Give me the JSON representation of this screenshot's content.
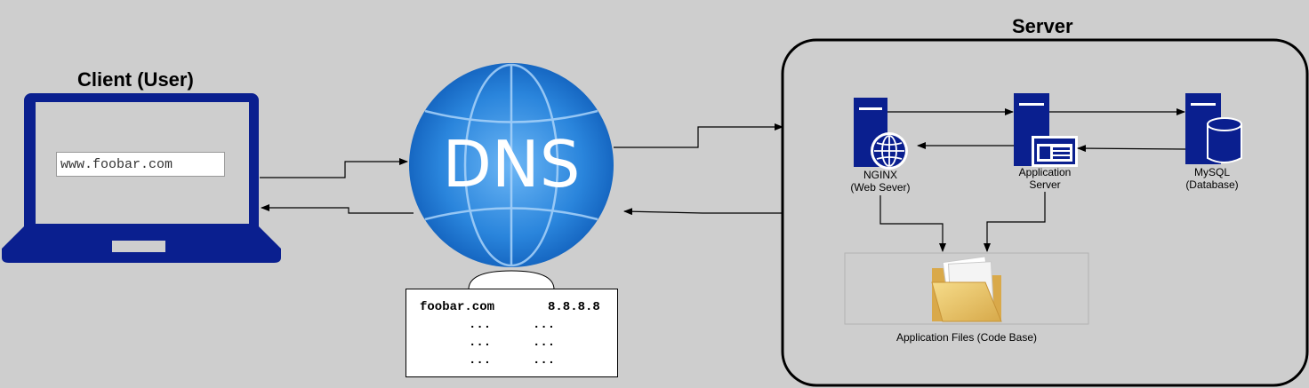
{
  "labels": {
    "client_title": "Client (User)",
    "server_title": "Server",
    "dns_text": "DNS",
    "nginx": "NGINX",
    "nginx_sub": "(Web Sever)",
    "app_server": "Application",
    "app_server_sub": "Server",
    "mysql": "MySQL",
    "mysql_sub": "(Database)",
    "app_files": "Application Files (Code Base)"
  },
  "browser": {
    "url": "www.foobar.com"
  },
  "dns_table": {
    "rows": [
      {
        "domain": "foobar.com",
        "ip": "8.8.8.8"
      },
      {
        "domain": "...",
        "ip": "..."
      },
      {
        "domain": "...",
        "ip": "..."
      },
      {
        "domain": "...",
        "ip": "..."
      }
    ]
  },
  "colors": {
    "background": "#cecece",
    "server_navy": "#0a1f8f",
    "laptop_navy": "#0a1f8f",
    "globe_blue": "#1a73d1",
    "globe_light": "#5aaaf0",
    "folder_yellow": "#e9c45d"
  },
  "icons": [
    "laptop-icon",
    "search-icon",
    "globe-icon",
    "server-icon",
    "web-server-icon",
    "app-server-icon",
    "database-server-icon",
    "folder-icon"
  ]
}
